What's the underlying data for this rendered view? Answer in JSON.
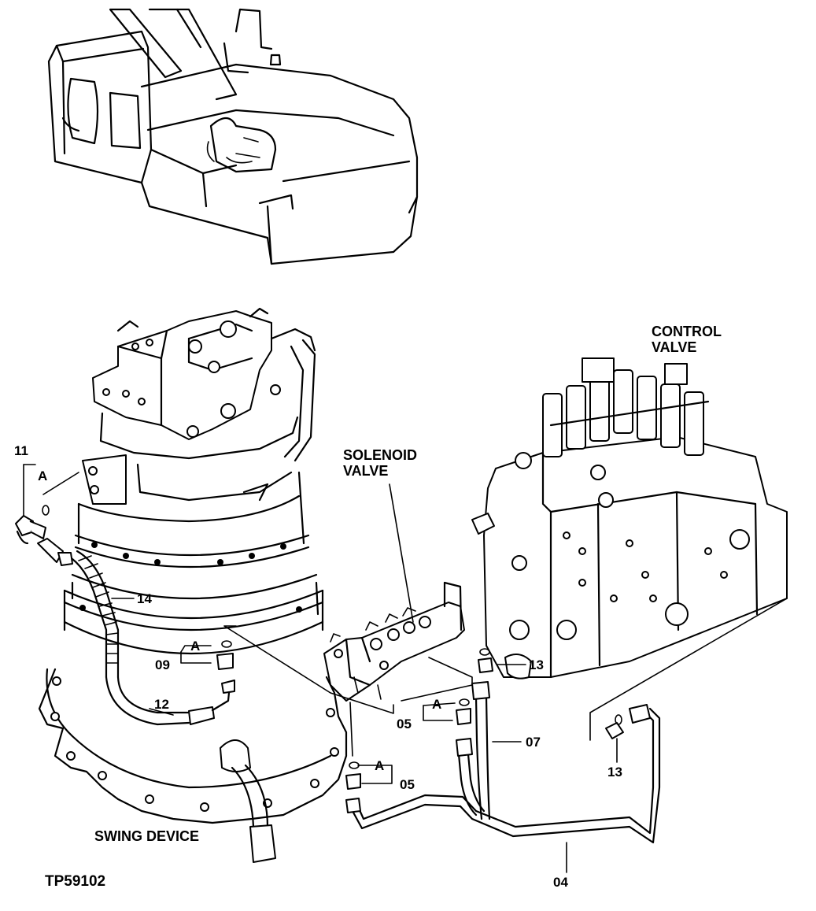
{
  "figure_id": "TP59102",
  "titles": {
    "control_valve": [
      "CONTROL",
      "VALVE"
    ],
    "solenoid_valve": [
      "SOLENOID",
      "VALVE"
    ],
    "swing_device": "SWING DEVICE"
  },
  "callouts": {
    "c11": "11",
    "c14": "14",
    "c12": "12",
    "c09": "09",
    "c05_upper": "05",
    "c05_lower": "05",
    "c07": "07",
    "c04": "04",
    "c13_upper": "13",
    "c13_lower": "13"
  },
  "detail_ref": {
    "a1": "A",
    "a2": "A",
    "a3": "A",
    "a4": "A"
  },
  "colors": {
    "ink": "#000000",
    "paper": "#ffffff"
  }
}
